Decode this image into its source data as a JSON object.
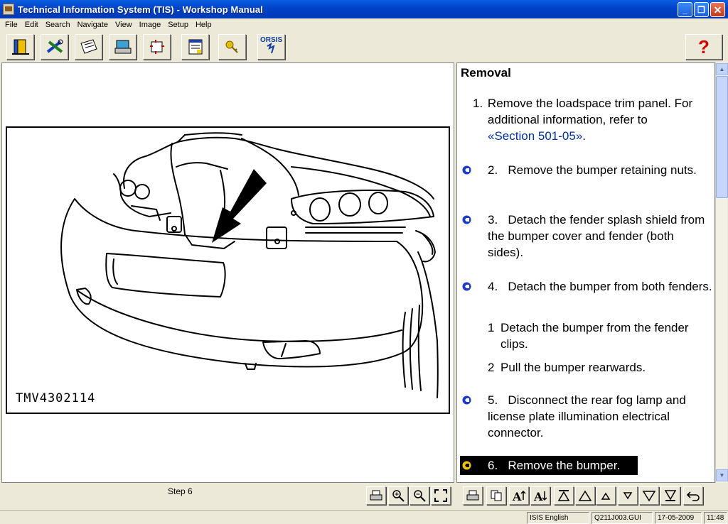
{
  "window": {
    "title": "Technical Information System (TIS) - Workshop Manual"
  },
  "menu": [
    "File",
    "Edit",
    "Search",
    "Navigate",
    "View",
    "Image",
    "Setup",
    "Help"
  ],
  "toolbar": {
    "buttons": [
      "exit-icon",
      "tools-icon",
      "document-icon",
      "print-screen-icon",
      "diagnostics-icon",
      "notes-icon",
      "key-icon",
      "orsis-icon",
      "help-icon"
    ],
    "orsis_label": "ORSIS",
    "help_label": "?"
  },
  "figure": {
    "label": "TMV4302114"
  },
  "procedure": {
    "heading": "Removal",
    "steps": [
      {
        "number": "1.",
        "text": "Remove the loadspace trim panel. For additional information, refer to",
        "link": "«Section 501-05»",
        "after_link": "."
      },
      {
        "number": "2.",
        "text": "Remove the bumper retaining nuts."
      },
      {
        "number": "3.",
        "text": "Detach the fender splash shield from the bumper cover and fender (both sides)."
      },
      {
        "number": "4.",
        "text": "Detach the bumper from both fenders."
      },
      {
        "number": "5.",
        "text": "Disconnect the rear fog lamp and license plate illumination electrical connector."
      },
      {
        "number": "6.",
        "text": "Remove the bumper."
      }
    ],
    "substeps": [
      {
        "number": "1",
        "text": "Detach the bumper from the fender clips."
      },
      {
        "number": "2",
        "text": "Pull the bumper rearwards."
      }
    ]
  },
  "bottombar": {
    "step_label": "Step 6"
  },
  "statusbar": {
    "language": "ISIS English",
    "file": "Q211J003.GUI",
    "date": "17-05-2009",
    "time": "11:48"
  },
  "colors": {
    "titlebar": "#0a5fe0",
    "link": "#00309c",
    "bullet": "#1b3cc8",
    "current_bullet": "#f2c200"
  }
}
